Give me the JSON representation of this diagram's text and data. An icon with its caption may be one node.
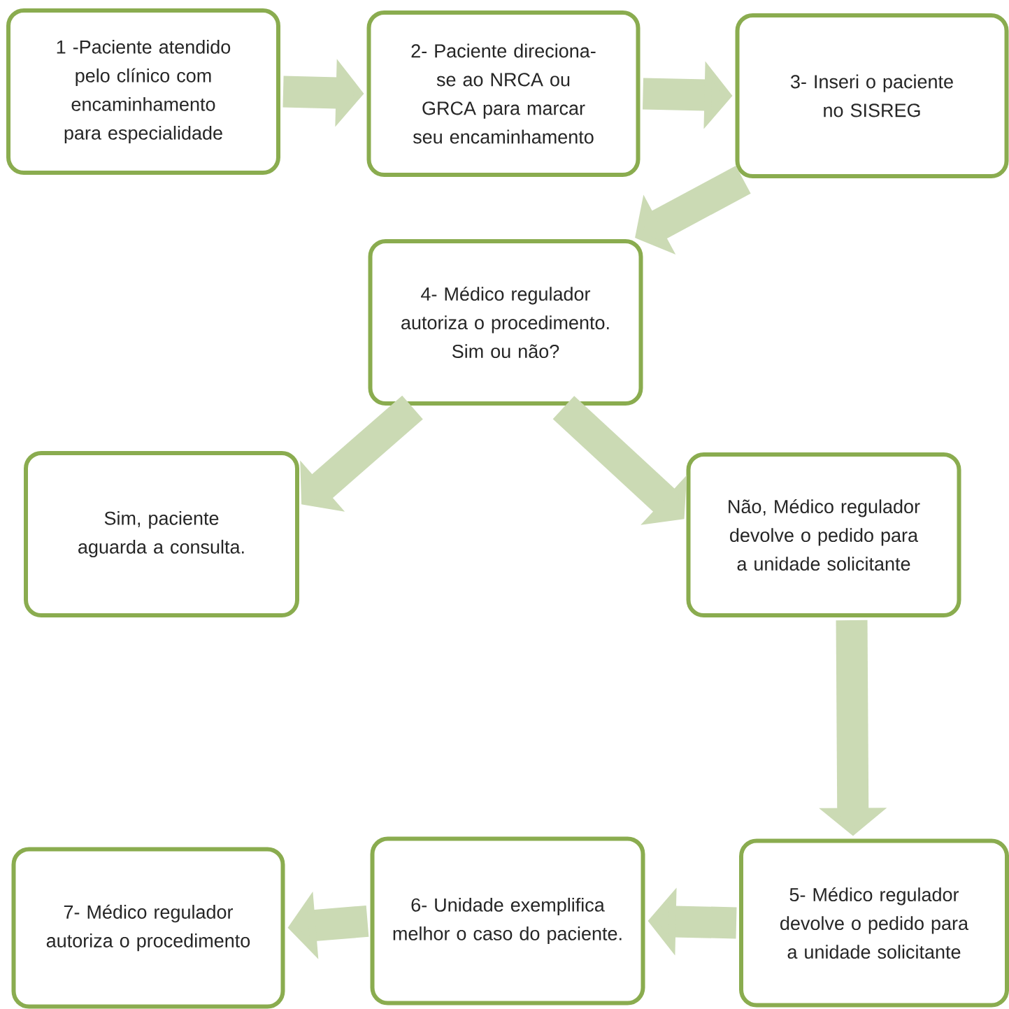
{
  "diagram": {
    "nodes": [
      {
        "text": [
          "1 -Paciente atendido pelo clínico com encaminhamento para especialidade"
        ]
      },
      {
        "text": [
          "2- Paciente direciona-se ao NRCA ou GRCA para marcar seu encaminhamento"
        ]
      },
      {
        "text": [
          "3- Inseri o paciente no SISREG"
        ]
      },
      {
        "text": [
          "4- Médico regulador autoriza o procedimento. Sim ou não?"
        ]
      },
      {
        "text": [
          "Sim, paciente aguarda a consulta."
        ]
      },
      {
        "text": [
          "Não, Médico regulador devolve o pedido para a unidade solicitante"
        ]
      },
      {
        "text": [
          "5- Médico regulador devolve o pedido para a unidade solicitante"
        ]
      },
      {
        "text": [
          "6- Unidade exemplifica melhor o caso do paciente."
        ]
      },
      {
        "text": [
          "7- Médico regulador autoriza o procedimento"
        ]
      }
    ],
    "edges": [
      {
        "from": 0,
        "to": 1,
        "arrow": "to"
      },
      {
        "from": 1,
        "to": 2,
        "arrow": "to"
      },
      {
        "from": 2,
        "to": 3,
        "arrow": "to"
      },
      {
        "from": 3,
        "to": 4,
        "arrow": "to"
      },
      {
        "from": 3,
        "to": 5,
        "arrow": "to"
      },
      {
        "from": 5,
        "to": 6,
        "arrow": "to"
      },
      {
        "from": 6,
        "to": 7,
        "arrow": "to"
      },
      {
        "from": 7,
        "to": 8,
        "arrow": "to"
      }
    ]
  }
}
